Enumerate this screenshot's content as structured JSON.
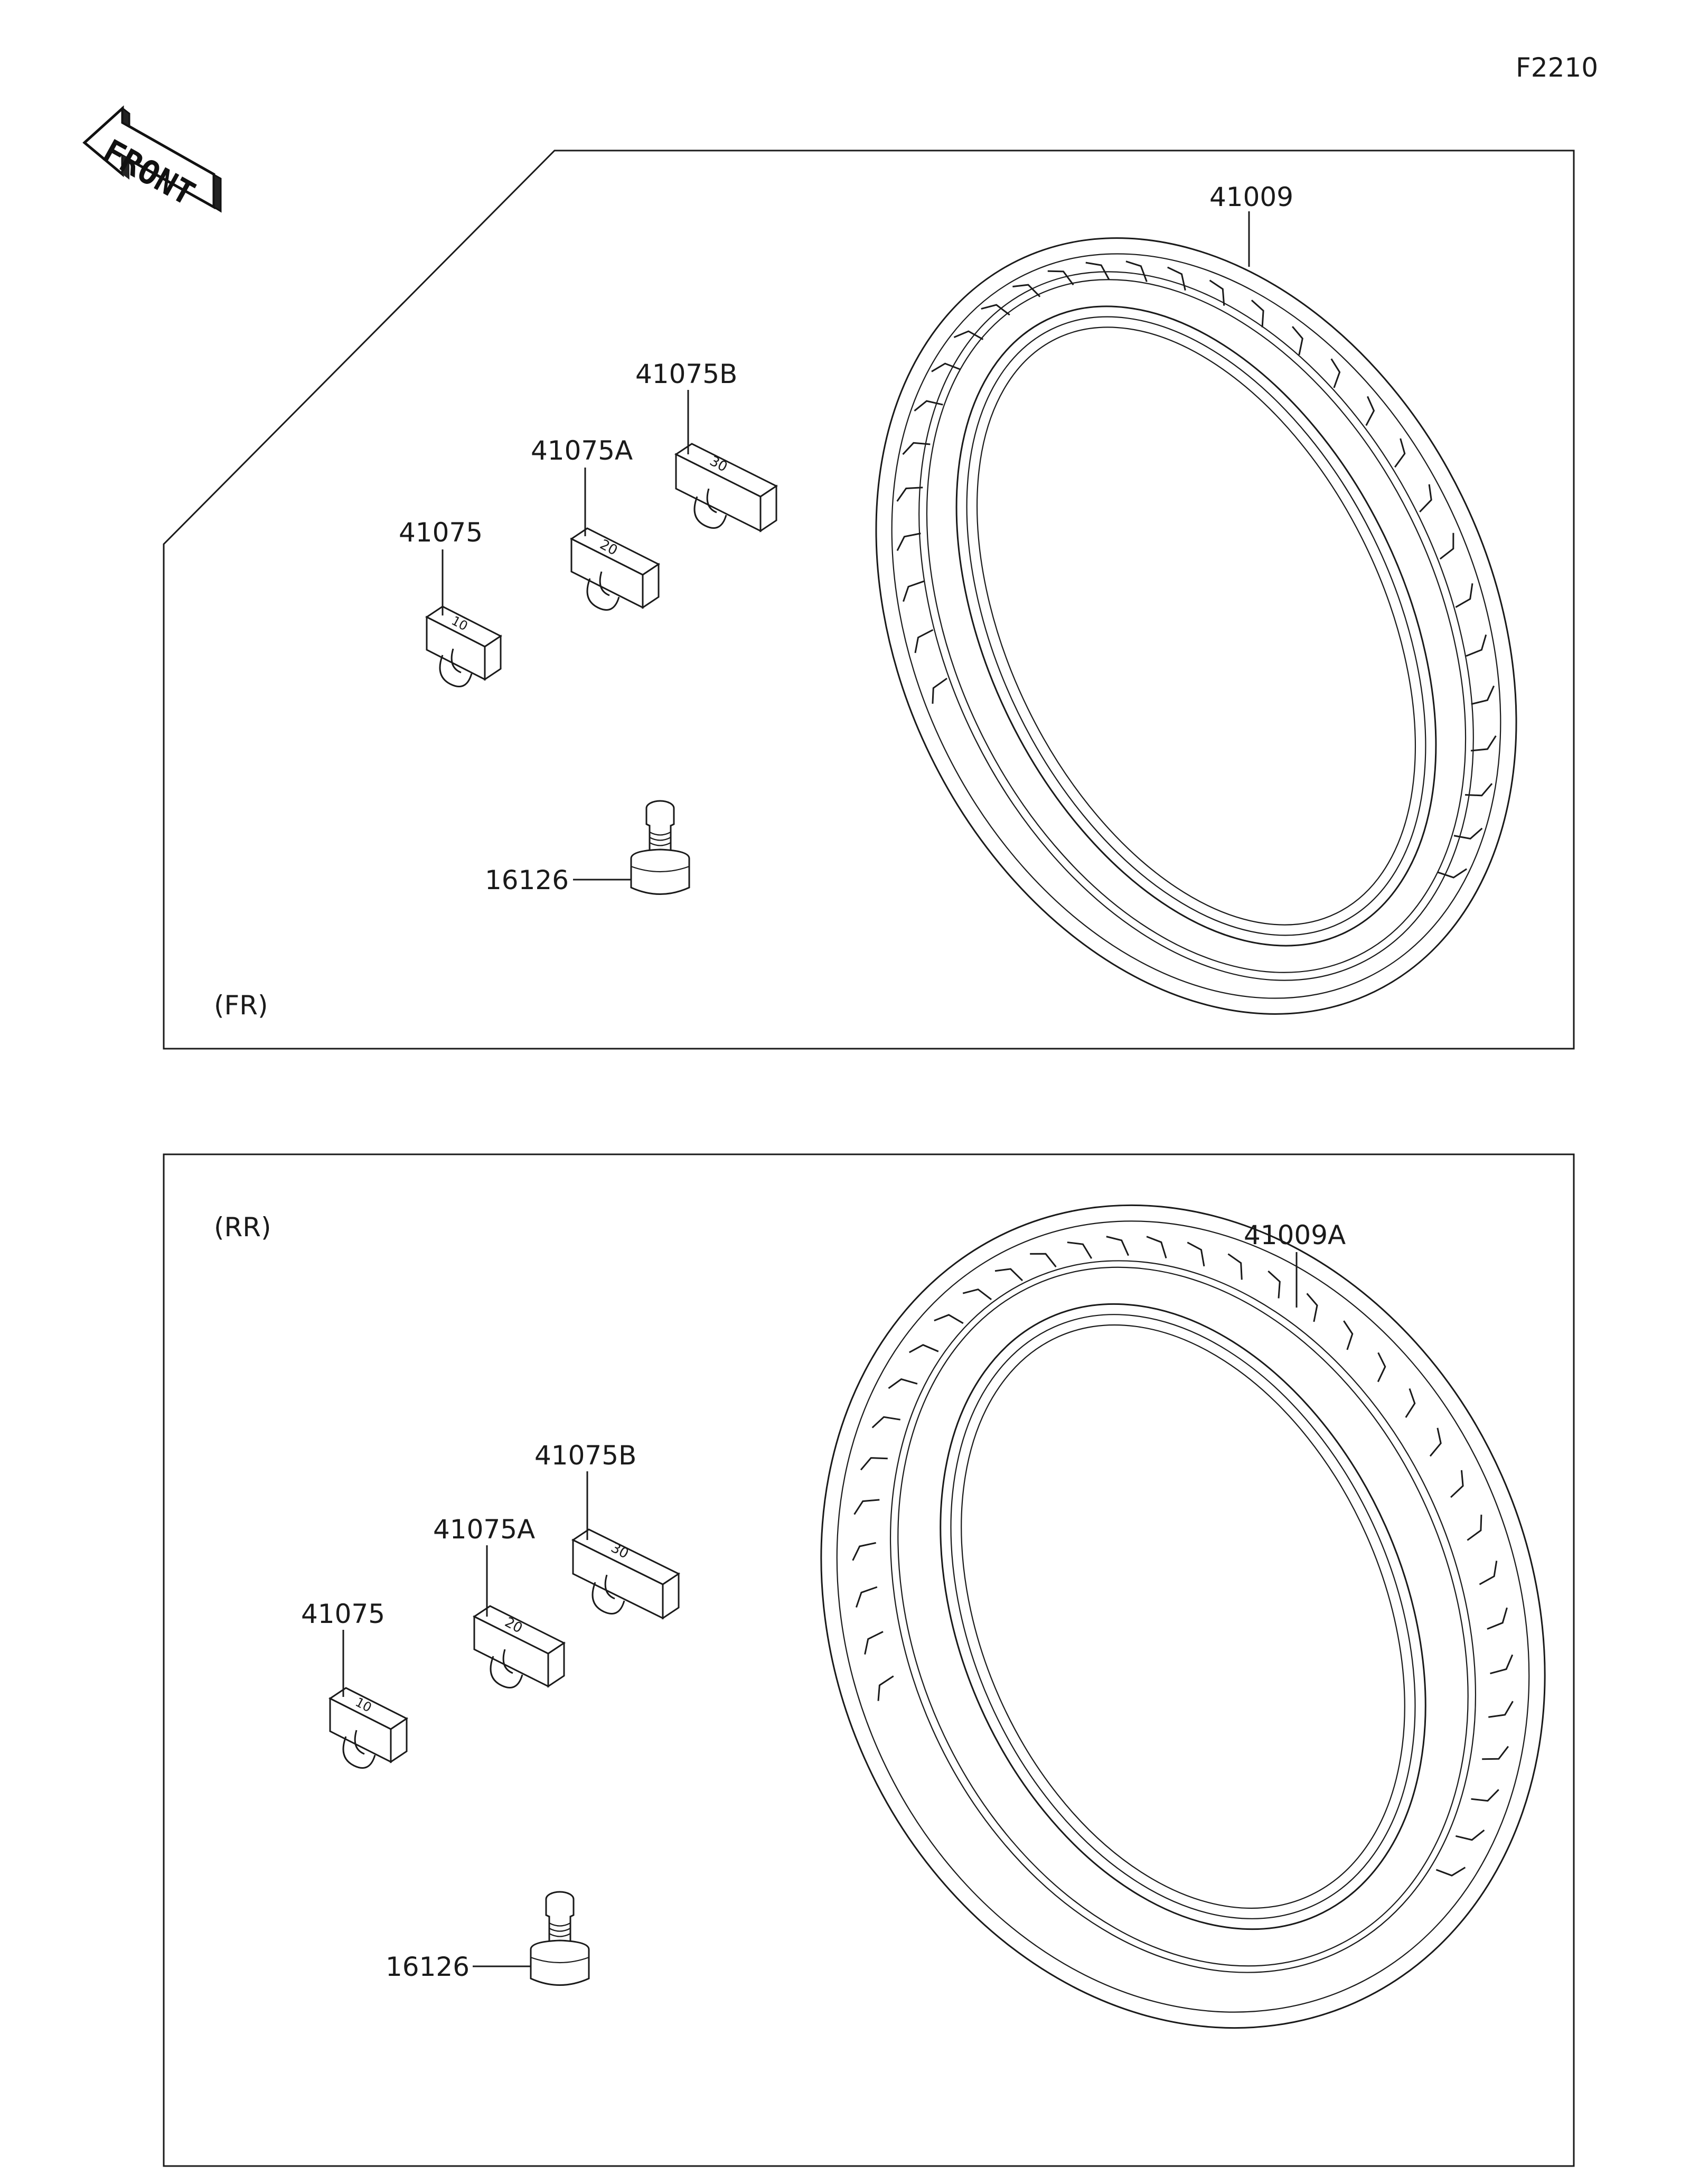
{
  "figure_code": "F2210",
  "front_label": "FRONT",
  "sections": [
    {
      "id": "front",
      "tag": "(FR)",
      "callouts": {
        "tire": "41009",
        "weight_b": "41075B",
        "weight_a": "41075A",
        "weight": "41075",
        "valve": "16126"
      }
    },
    {
      "id": "rear",
      "tag": "(RR)",
      "callouts": {
        "tire": "41009A",
        "weight_b": "41075B",
        "weight_a": "41075A",
        "weight": "41075",
        "valve": "16126"
      }
    }
  ],
  "weight_marks": {
    "weight": "10",
    "weight_a": "20",
    "weight_b": "30"
  }
}
